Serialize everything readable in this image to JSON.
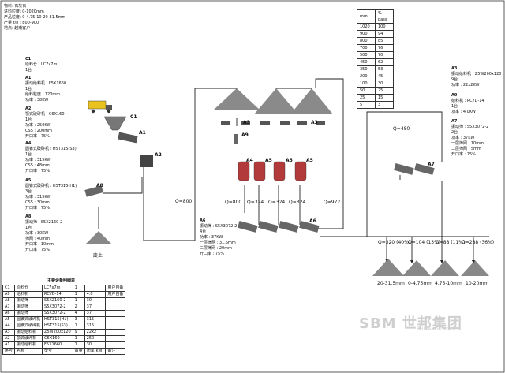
{
  "spec_top": {
    "material": "物料: 石灰石",
    "feed_size": "进料粒度: 0-1020mm",
    "product_size": "产品粒度: 0-4.75-10-20-31.5mm",
    "capacity": "产量 t/h : 800-900",
    "site": "地点: 越南客户"
  },
  "c1": {
    "code": "C1",
    "l1": "原料仓 : LC7x7m",
    "l2": "1台"
  },
  "a1": {
    "code": "A1",
    "l1": "振动给料机 : F5X1660",
    "l2": "1台",
    "l3": "给料粒度 : 120mm",
    "l4": "功率 : 38KW"
  },
  "a2": {
    "code": "A2",
    "l1": "颚式破碎机 : C6X160",
    "l2": "1台",
    "l3": "功率 : 250KW",
    "l4": "CSS : 200mm",
    "l5": "开口率 : 75%"
  },
  "a4": {
    "code": "A4",
    "l1": "圆锥式破碎机 : HST315(S3)",
    "l2": "1台",
    "l3": "功率 : 315KW",
    "l4": "CSS : 48mm",
    "l5": "开口率 : 75%"
  },
  "a5": {
    "code": "A5",
    "l1": "圆锥式破碎机 : HST315(H1)",
    "l2": "3台",
    "l3": "功率 : 315KW",
    "l4": "CSS : 30mm",
    "l5": "开口率 : 75%"
  },
  "a8": {
    "code": "A8",
    "l1": "振动筛 : S5X2160-2",
    "l2": "1台",
    "l3": "功率 : 30KW",
    "l4": "筛网 : 40mm",
    "l5": "开口率 : 10mm",
    "l6": "开口率 : 75%"
  },
  "a6": {
    "code": "A6",
    "l1": "振动筛 : S5X3072-2",
    "l2": "4台",
    "l3": "功率 : 37KW",
    "l4": "一层筛网 : 31.5mm",
    "l5": "二层筛网 : 20mm",
    "l6": "开口率 : 75%"
  },
  "a3": {
    "code": "A3",
    "l1": "振动给料机 : Z5W200x120",
    "l2": "9台",
    "l3": "功率 : 22x2KW"
  },
  "a9": {
    "code": "A9",
    "l1": "给料机 : RCYD-14",
    "l2": "1台",
    "l3": "功率 : 4.0KW"
  },
  "a7": {
    "code": "A7",
    "l1": "振动筛 : S5X3072-2",
    "l2": "2台",
    "l3": "功率 : 37KW",
    "l4": "一层筛网 : 10mm",
    "l5": "二层筛网 : 5mm",
    "l6": "开口率 : 75%"
  },
  "passing": {
    "header": [
      "mm",
      "% pass"
    ],
    "rows": [
      [
        "1020",
        "100"
      ],
      [
        "900",
        "94"
      ],
      [
        "800",
        "85"
      ],
      [
        "700",
        "76"
      ],
      [
        "500",
        "70"
      ],
      [
        "450",
        "62"
      ],
      [
        "350",
        "53"
      ],
      [
        "200",
        "45"
      ],
      [
        "100",
        "30"
      ],
      [
        "50",
        "25"
      ],
      [
        "25",
        "15"
      ],
      [
        "5",
        "3"
      ]
    ]
  },
  "flows": {
    "q800a": "Q=800",
    "q800b": "Q=800",
    "q324a": "Q=324",
    "q324b": "Q=324",
    "q324c": "Q=324",
    "q972": "Q=972",
    "q480": "Q=480",
    "p1": "Q=320 (40%)",
    "p2": "Q=104 (13%)",
    "p3": "Q=88 (11%)",
    "p4": "Q=288 (36%)"
  },
  "labels": {
    "a3a": "A3",
    "a3b": "A3",
    "a9": "A9",
    "a4": "A4",
    "a5a": "A5",
    "a5b": "A5",
    "a5c": "A5",
    "a6": "A6",
    "a7": "A7",
    "a8": "A8",
    "c1": "C1",
    "a1": "A1",
    "a2": "A2"
  },
  "stockpiles": {
    "waste": "废土",
    "p1": "20-31.5mm",
    "p2": "0-4.75mm",
    "p3": "4.75-10mm",
    "p4": "10-20mm"
  },
  "equipment_table": {
    "title": "主要设备明细表",
    "rows": [
      [
        "C1",
        "原料仓",
        "LC7x7m",
        "1",
        "",
        "用户自备"
      ],
      [
        "A9",
        "给料机",
        "RCYD-14",
        "1",
        "4.0",
        "用户自备"
      ],
      [
        "A8",
        "振动筛",
        "S5X2160-2",
        "1",
        "30",
        ""
      ],
      [
        "A7",
        "振动筛",
        "S5X3072-2",
        "2",
        "37",
        ""
      ],
      [
        "A6",
        "振动筛",
        "S5X3072-2",
        "4",
        "37",
        ""
      ],
      [
        "A5",
        "圆锥式破碎机",
        "HST315(H1)",
        "3",
        "315",
        ""
      ],
      [
        "A4",
        "圆锥式破碎机",
        "HST315(S3)",
        "1",
        "315",
        ""
      ],
      [
        "A3",
        "振动给料机",
        "Z5W200x120",
        "9",
        "22x2",
        ""
      ],
      [
        "A2",
        "颚式破碎机",
        "C6X160",
        "1",
        "250",
        ""
      ],
      [
        "A1",
        "振动给料机",
        "F5X1660",
        "1",
        "30",
        ""
      ]
    ],
    "footer": [
      "序号",
      "名称",
      "型号",
      "数量",
      "功率(kW)",
      "备注"
    ]
  },
  "logo": {
    "text": "SBM 世邦集团",
    "sub": "SHIBANG GROUP"
  }
}
